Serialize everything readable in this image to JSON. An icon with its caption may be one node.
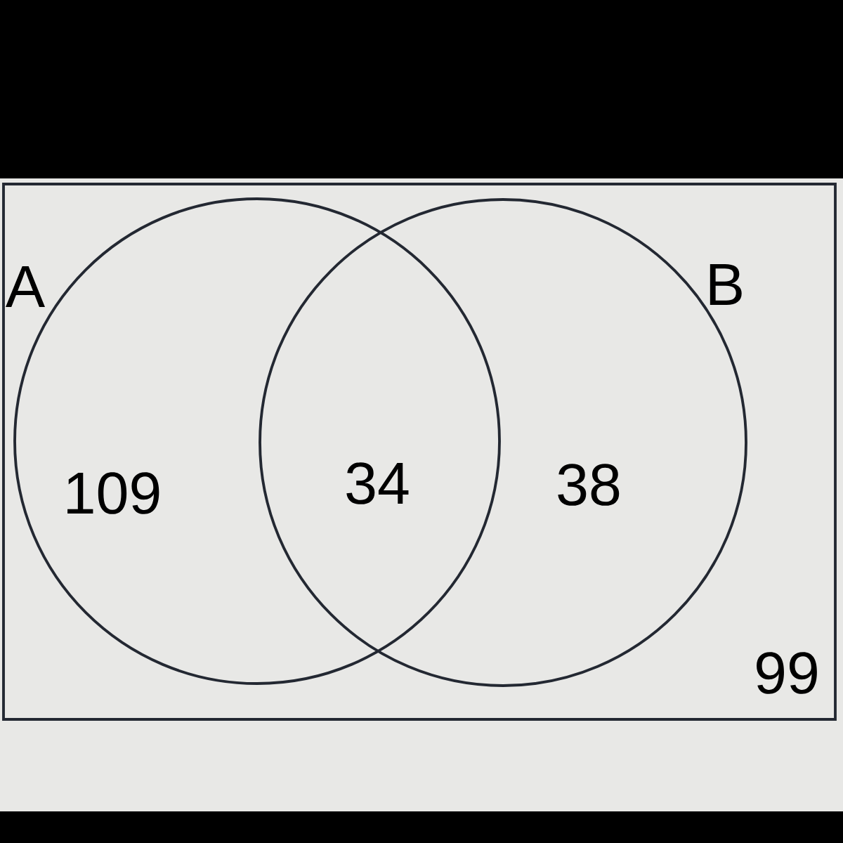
{
  "diagram": {
    "nodes": [
      {
        "text": [
          "99"
        ]
      },
      {
        "text": [
          "A",
          "109"
        ],
        "in": 0
      },
      {
        "text": [
          "B",
          "38"
        ],
        "in": 0
      }
    ],
    "labels": [
      "34"
    ]
  }
}
